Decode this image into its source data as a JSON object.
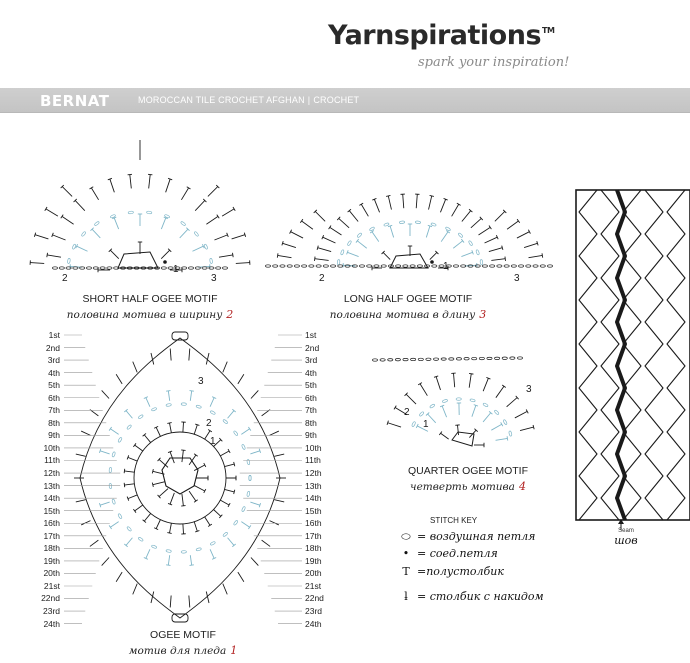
{
  "header": {
    "logo": "Yarnspirations",
    "logo_tm": "TM",
    "tagline": "spark your inspiration!",
    "brand": "BERNAT",
    "pattern_title": "MOROCCAN TILE CROCHET AFGHAN",
    "separator": "|",
    "category": "CROCHET"
  },
  "motifs": {
    "short_half": {
      "en": "SHORT HALF OGEE MOTIF",
      "ru": "половина мотива в ширину",
      "num": "2",
      "markers": [
        "1",
        "2",
        "3"
      ]
    },
    "long_half": {
      "en": "LONG HALF OGEE MOTIF",
      "ru": "половина мотива в длину",
      "num": "3",
      "markers": [
        "1",
        "2",
        "3"
      ]
    },
    "quarter": {
      "en": "QUARTER OGEE MOTIF",
      "ru": "четверть мотива",
      "num": "4",
      "markers": [
        "1",
        "2",
        "3"
      ]
    },
    "ogee": {
      "en": "OGEE MOTIF",
      "ru": "мотив для пледа",
      "num": "1",
      "markers": [
        "1",
        "2",
        "3"
      ]
    }
  },
  "rows_left": [
    "1st",
    "2nd",
    "3rd",
    "4th",
    "5th",
    "6th",
    "7th",
    "8th",
    "9th",
    "10th",
    "11th",
    "12th",
    "13th",
    "14th",
    "15th",
    "16th",
    "17th",
    "18th",
    "19th",
    "20th",
    "21st",
    "22nd",
    "23rd",
    "24th"
  ],
  "rows_right": [
    "1st",
    "2nd",
    "3rd",
    "4th",
    "5th",
    "6th",
    "7th",
    "8th",
    "9th",
    "10th",
    "11th",
    "12th",
    "13th",
    "14th",
    "15th",
    "16th",
    "17th",
    "18th",
    "19th",
    "20th",
    "21st",
    "22nd",
    "23rd",
    "24th"
  ],
  "stitch_key": {
    "title": "STITCH KEY",
    "items": [
      {
        "symbol": "chain-oval",
        "label": "воздушная петля"
      },
      {
        "symbol": "slip-stitch-dot",
        "label": "соед.петля"
      },
      {
        "symbol": "half-double-crochet",
        "label": "полустолбик"
      },
      {
        "symbol": "double-crochet",
        "label": "столбик с накидом"
      }
    ]
  },
  "seam": {
    "en": "Seam",
    "ru": "шов"
  },
  "colors": {
    "ink": "#1a1a1a",
    "teal": "#7fb6c8",
    "banner": "#c8c8c8",
    "red_number": "#b22222"
  }
}
